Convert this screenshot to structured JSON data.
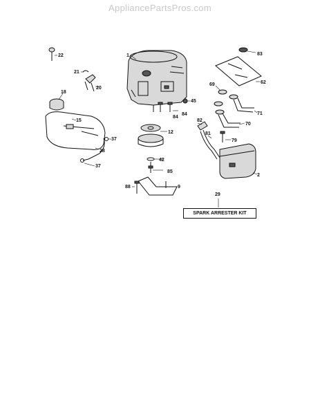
{
  "watermark": "AppliancePartsPros.com",
  "kit_label": "SPARK ARRESTER KIT",
  "callouts": {
    "engine": "1",
    "muffler": "2",
    "belt_guide": "9",
    "pulley": "12",
    "fuel_tank": "15",
    "fuel_cap": "18",
    "fuel_shutoff": "20",
    "clip_21": "21",
    "fuel_line_clip": "22",
    "fuel_line": "28",
    "spark_arrester_kit": "29",
    "clamp_37a": "37",
    "clamp_37b": "37",
    "washer_42": "42",
    "nut_45": "45",
    "heat_shield": "62",
    "gasket_69": "69",
    "exhaust_pipe": "70",
    "exhaust_elbow": "71",
    "bolt_79": "79",
    "tube_81": "81",
    "fitting_82": "82",
    "cap_83": "83",
    "bolt_84a": "84",
    "bolt_84b": "84",
    "bolt_85": "85",
    "bolt_88": "88"
  }
}
